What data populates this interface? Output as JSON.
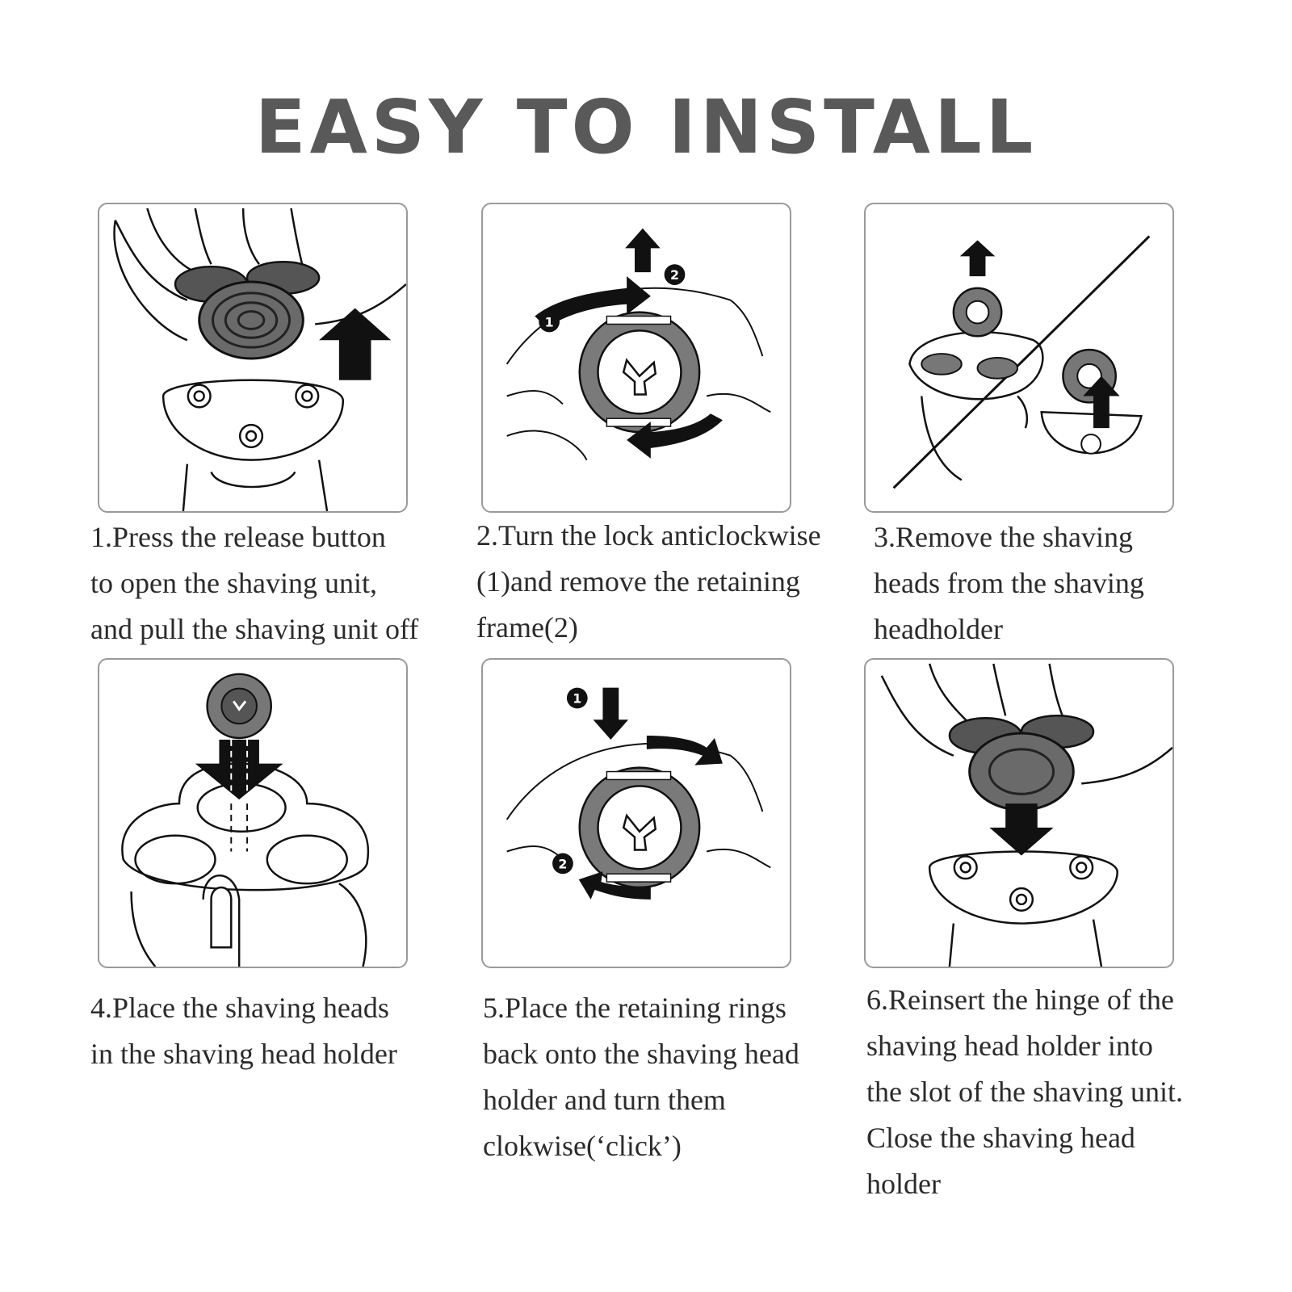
{
  "title": "EASY TO INSTALL",
  "steps": [
    {
      "icon": "shaver-head-release-icon",
      "lines": [
        "1.Press the release button",
        "to open the shaving unit,",
        "and pull the shaving unit off"
      ]
    },
    {
      "icon": "lock-turn-anticlockwise-icon",
      "lines": [
        "2.Turn the lock anticlockwise",
        "(1)and remove the retaining",
        "frame(2)"
      ],
      "markers": [
        "1",
        "2"
      ]
    },
    {
      "icon": "remove-shaving-head-icon",
      "lines": [
        "3.Remove the shaving",
        "heads from the shaving",
        "headholder"
      ]
    },
    {
      "icon": "place-shaving-head-icon",
      "lines": [
        "4.Place the shaving heads",
        "in the shaving head holder"
      ]
    },
    {
      "icon": "ring-turn-clockwise-icon",
      "lines": [
        "5.Place the retaining rings",
        "back onto the shaving head",
        "holder and turn them",
        "clokwise(‘click’)"
      ],
      "markers": [
        "1",
        "2"
      ]
    },
    {
      "icon": "reinsert-hinge-icon",
      "lines": [
        "6.Reinsert the hinge of the",
        "shaving head holder into",
        "the slot of the shaving unit.",
        "Close the shaving head",
        "holder"
      ]
    }
  ]
}
